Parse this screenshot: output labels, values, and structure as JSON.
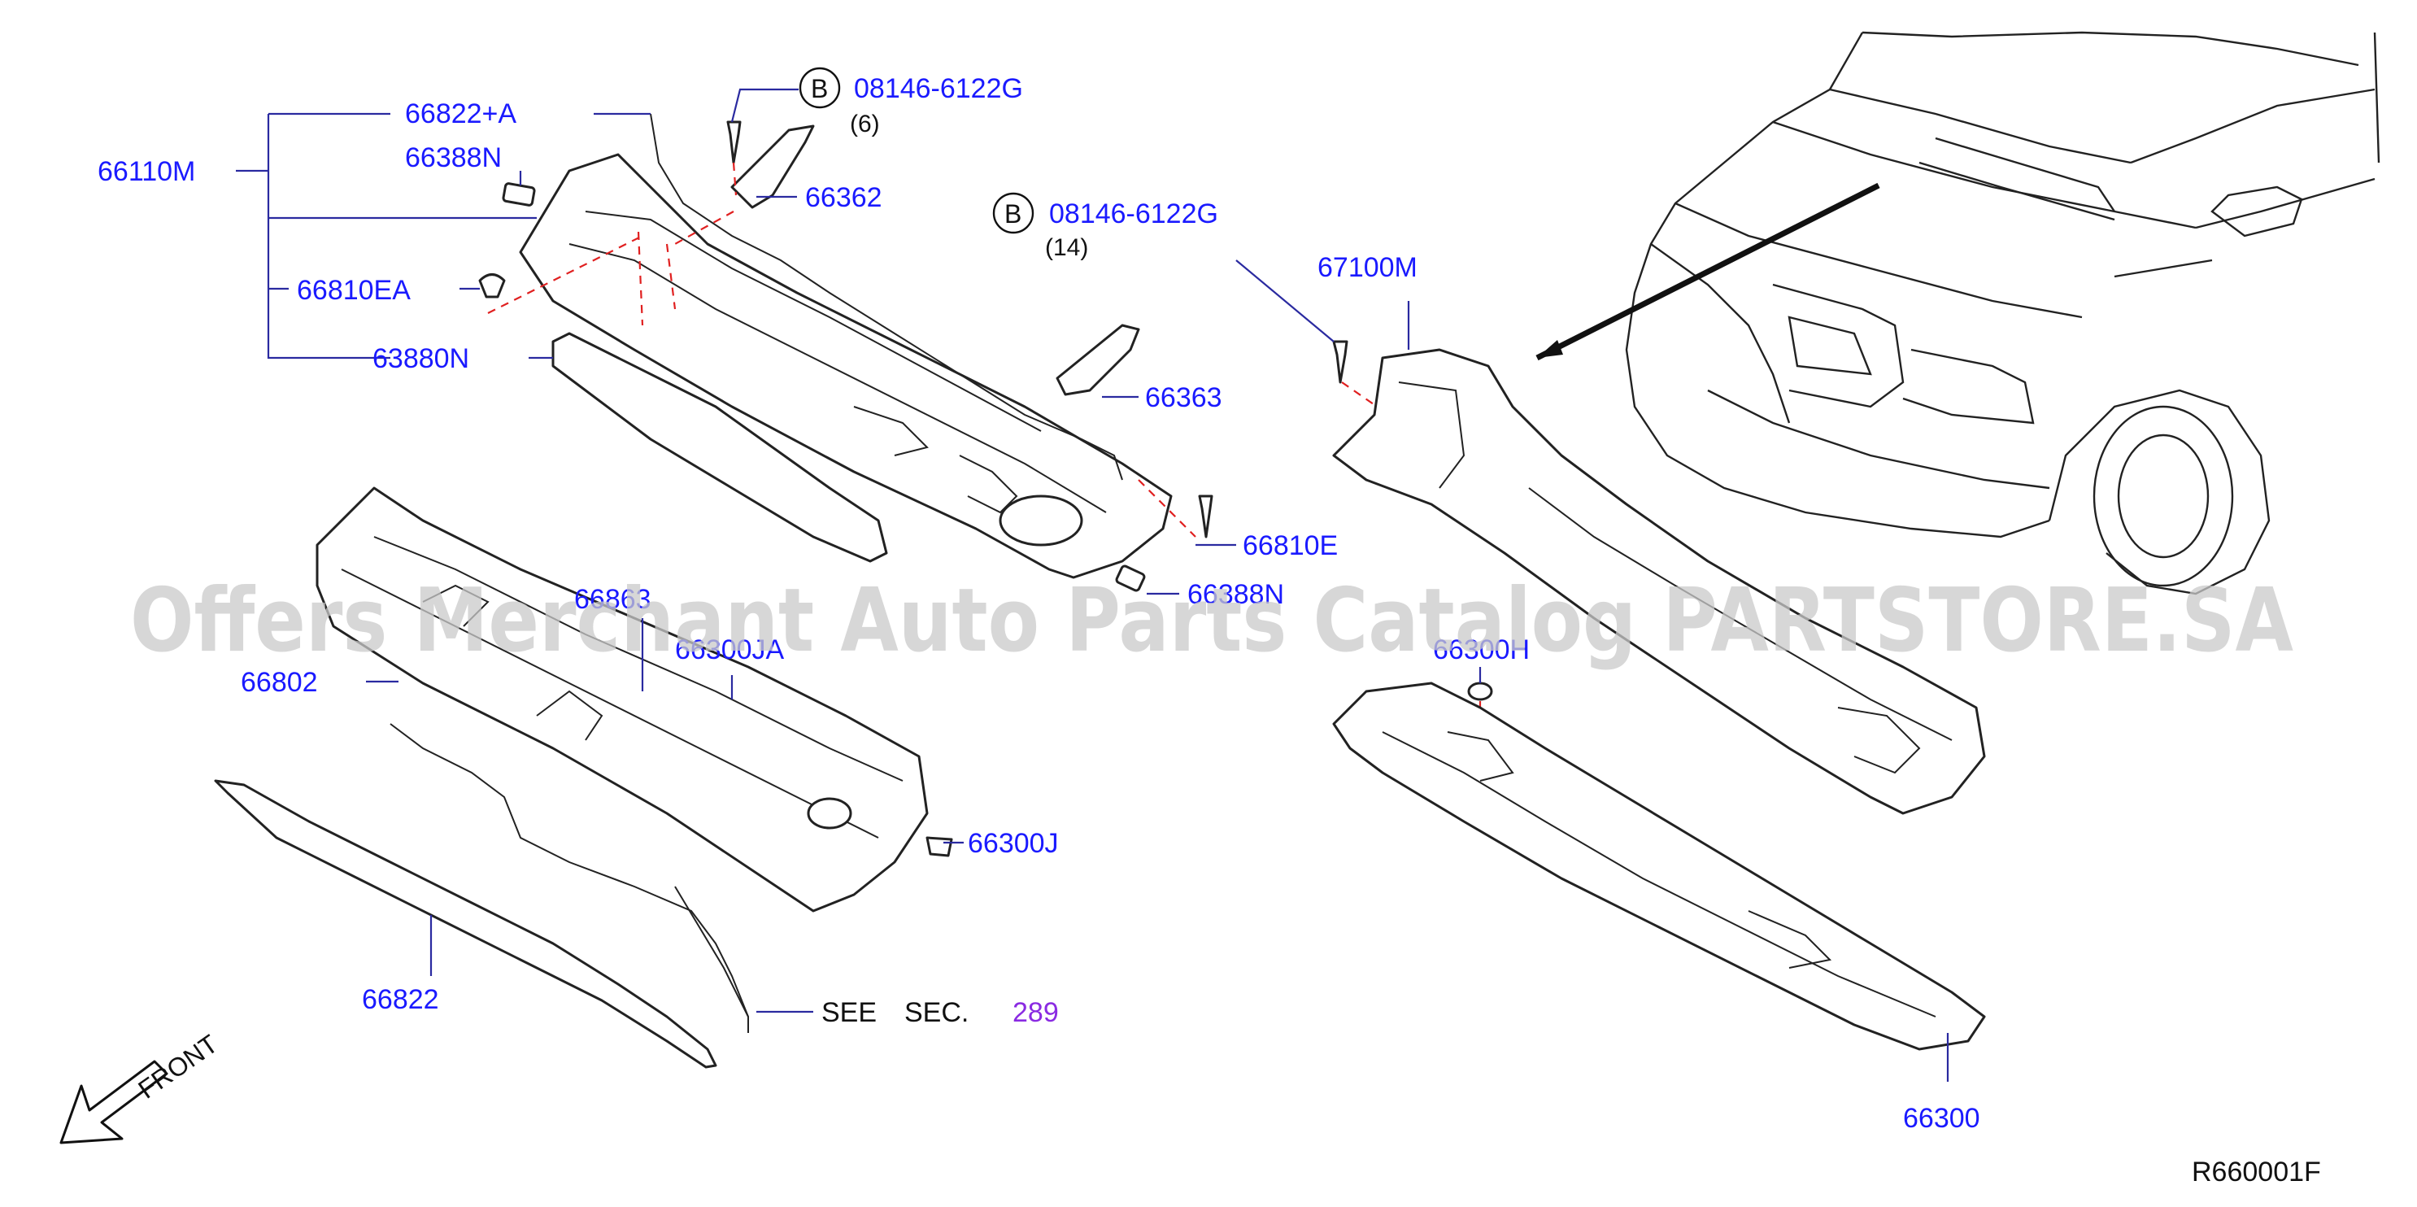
{
  "watermark": "Offers Merchant Auto Parts Catalog PARTSTORE.SA",
  "diagram_code": "R660001F",
  "front_label": "FRONT",
  "see_section": {
    "text1": "SEE",
    "text2": "SEC.",
    "number": "289"
  },
  "bolt_callouts": [
    {
      "letter": "B",
      "part": "08146-6122G",
      "qty": "(6)"
    },
    {
      "letter": "B",
      "part": "08146-6122G",
      "qty": "(14)"
    }
  ],
  "parts": [
    "66822+A",
    "66388N",
    "66110M",
    "66362",
    "66810EA",
    "63880N",
    "66363",
    "67100M",
    "66810E",
    "66388N",
    "66863",
    "66300JA",
    "66802",
    "66300H",
    "66300J",
    "66822",
    "66300"
  ],
  "colors": {
    "label": "#1a1aff",
    "link": "#8a2be2",
    "dash": "#e02020",
    "watermark": "#c9c9c9"
  }
}
